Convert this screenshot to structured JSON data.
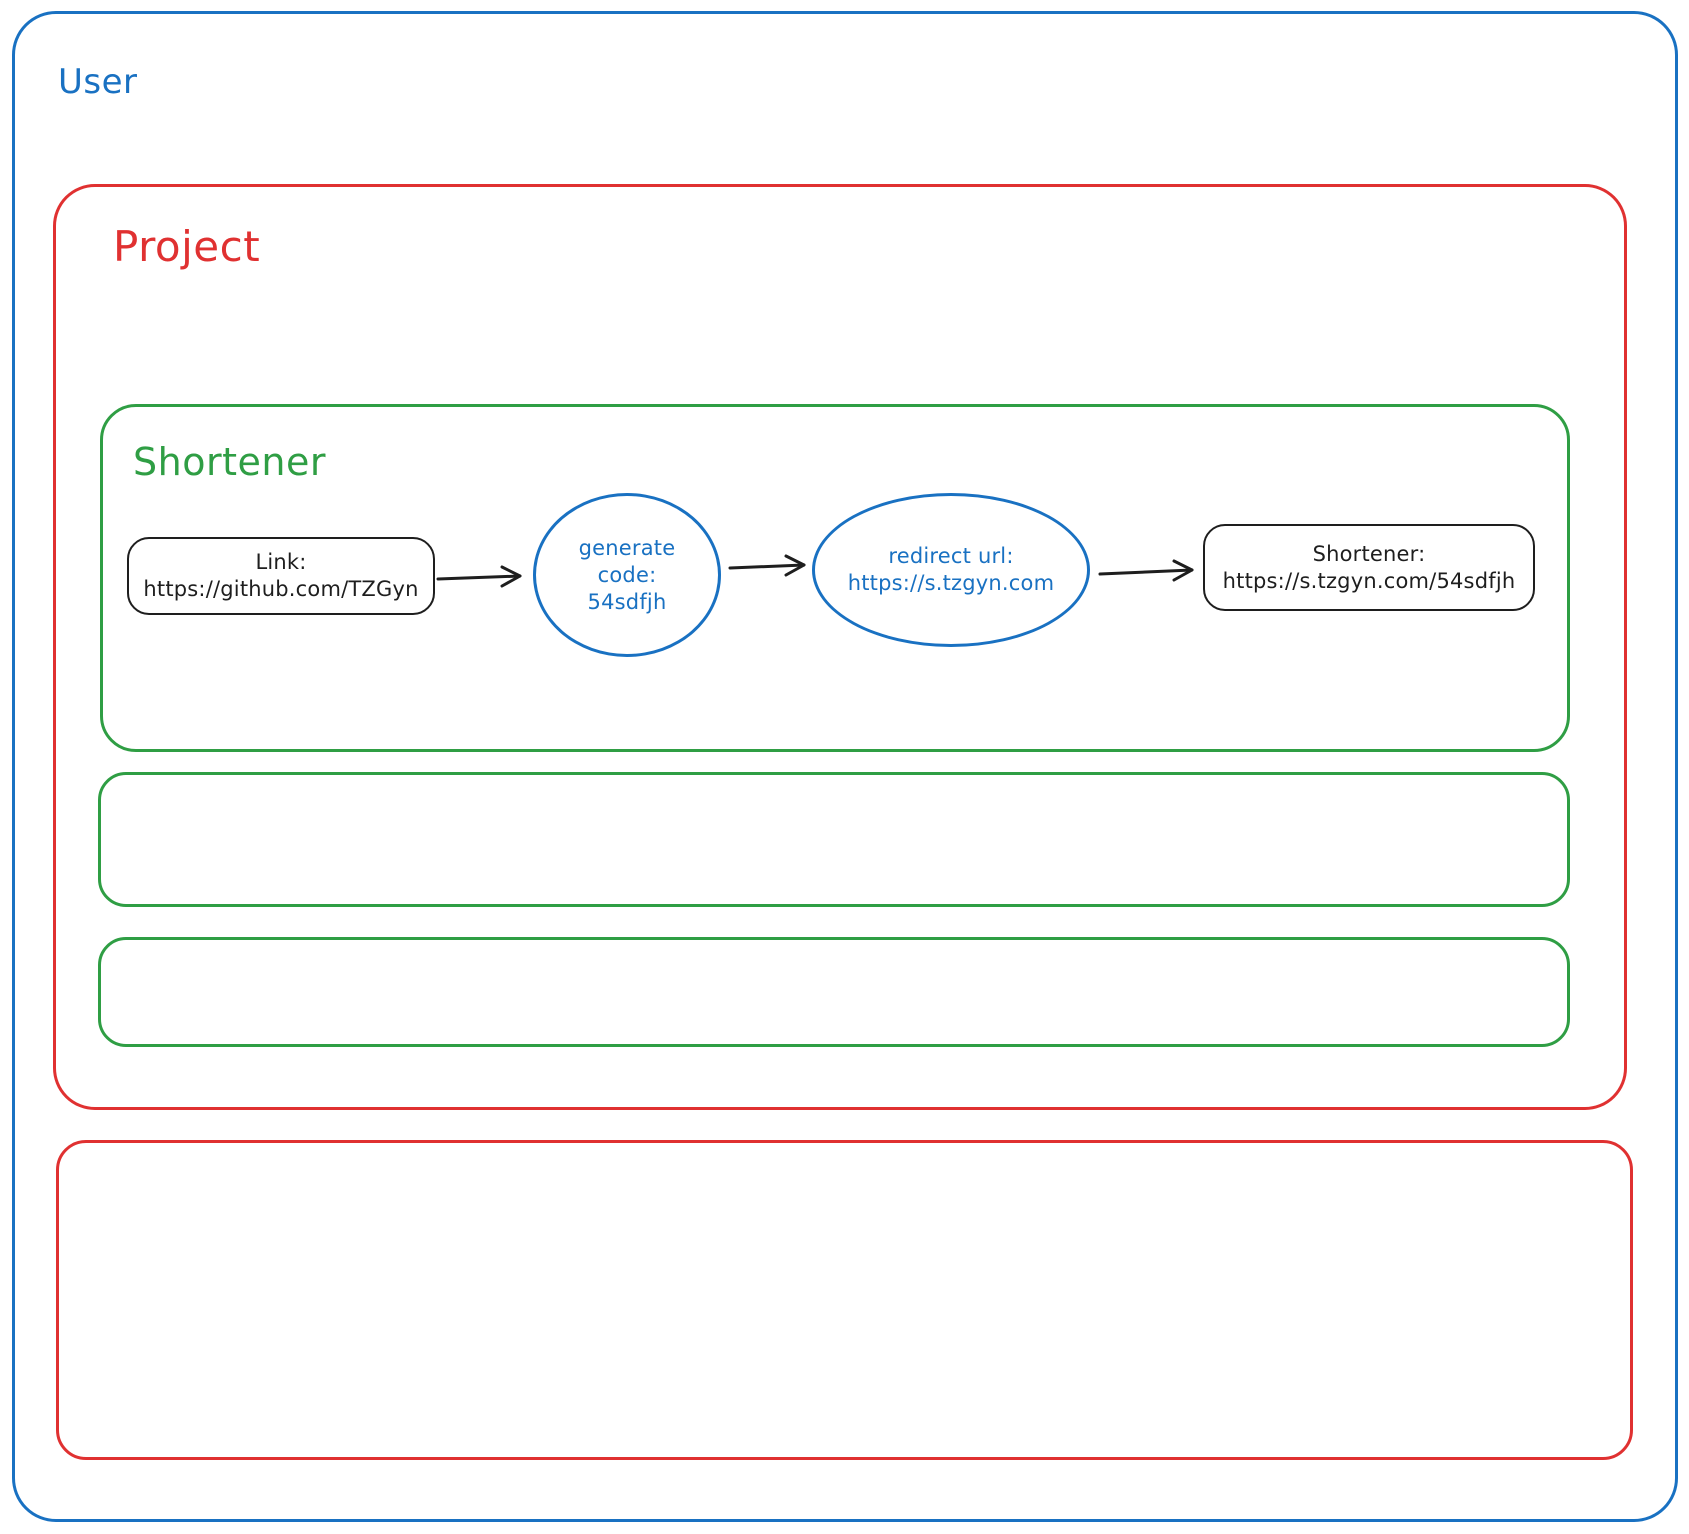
{
  "user": {
    "label": "User",
    "color": "#1971c2"
  },
  "project": {
    "label": "Project",
    "color": "#e03131"
  },
  "shortener": {
    "label": "Shortener",
    "color": "#2f9e44"
  },
  "nodes": {
    "link": {
      "line1": "Link:",
      "line2": "https://github.com/TZGyn"
    },
    "generate": {
      "line1": "generate",
      "line2": "code:",
      "line3": "54sdfjh"
    },
    "redirect": {
      "line1": "redirect url:",
      "line2": "https://s.tzgyn.com"
    },
    "result": {
      "line1": "Shortener:",
      "line2": "https://s.tzgyn.com/54sdfjh"
    }
  },
  "colors": {
    "blue": "#1971c2",
    "red": "#e03131",
    "green": "#2f9e44",
    "stroke": "#1e1e1e",
    "background": "#ffffff"
  }
}
